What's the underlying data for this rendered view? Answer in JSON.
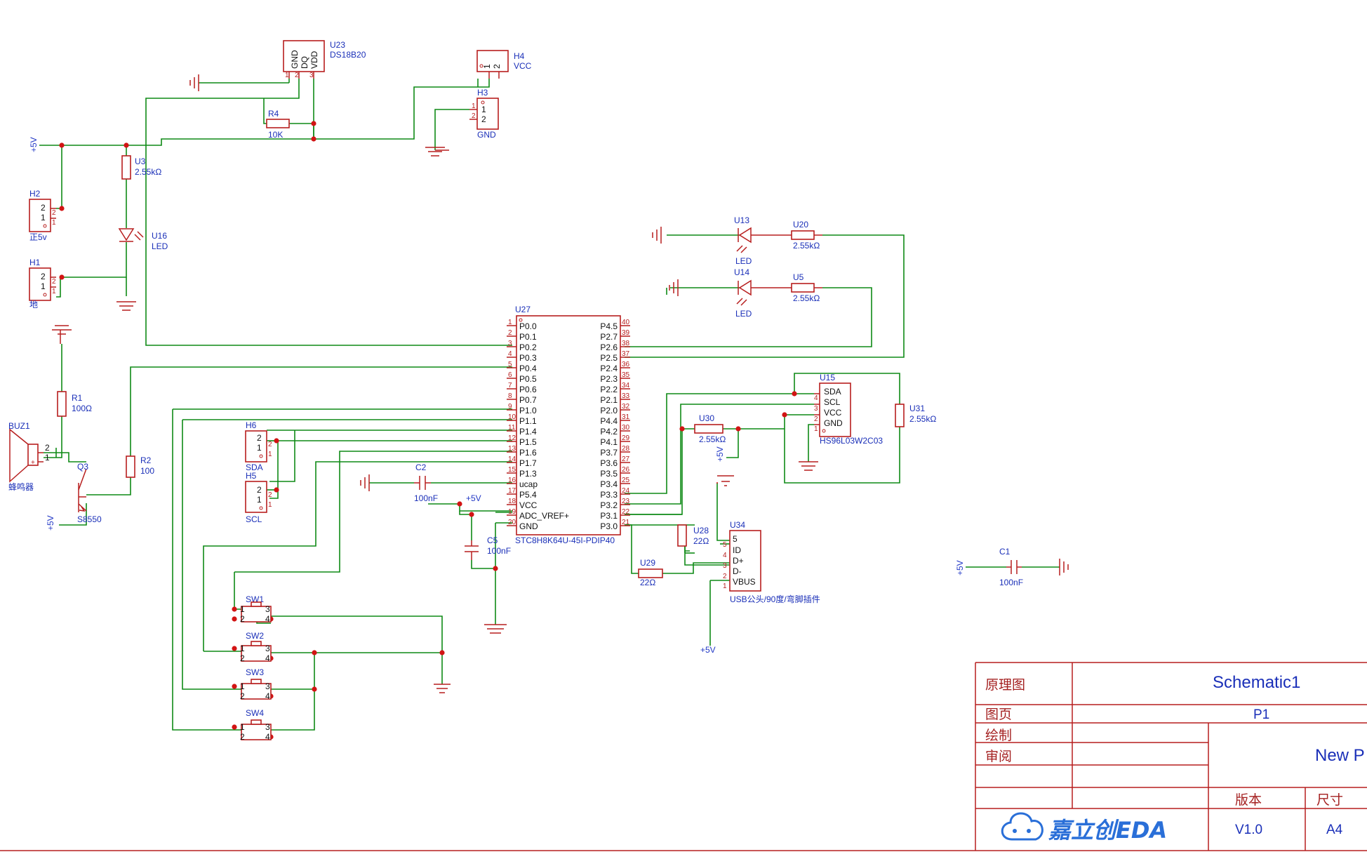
{
  "title_block": {
    "schematic_label": "原理图",
    "schematic_name": "Schematic1",
    "page_label": "图页",
    "page_value": "P1",
    "draw_label": "绘制",
    "review_label": "审阅",
    "project_name": "New P",
    "version_label": "版本",
    "size_label": "尺寸",
    "version_value": "V1.0",
    "size_value": "A4",
    "logo_text": "嘉立创EDA"
  },
  "components": {
    "U23": {
      "ref": "U23",
      "value": "DS18B20",
      "pins": [
        "GND",
        "DQ",
        "VDD"
      ]
    },
    "H4": {
      "ref": "H4",
      "value": "VCC"
    },
    "H3": {
      "ref": "H3",
      "value": "GND"
    },
    "R4": {
      "ref": "R4",
      "value": "10K"
    },
    "U3": {
      "ref": "U3",
      "value": "2.55kΩ"
    },
    "H2": {
      "ref": "H2",
      "value": "正5v"
    },
    "H1": {
      "ref": "H1",
      "value": "地"
    },
    "U16": {
      "ref": "U16",
      "value": "LED"
    },
    "U13": {
      "ref": "U13",
      "value": "LED"
    },
    "U14": {
      "ref": "U14",
      "value": "LED"
    },
    "U20": {
      "ref": "U20",
      "value": "2.55kΩ"
    },
    "U5": {
      "ref": "U5",
      "value": "2.55kΩ"
    },
    "R1": {
      "ref": "R1",
      "value": "100Ω"
    },
    "R2": {
      "ref": "R2",
      "value": "100"
    },
    "BUZ1": {
      "ref": "BUZ1",
      "value": "蜂鸣器"
    },
    "Q3": {
      "ref": "Q3",
      "value": "S8550"
    },
    "H6": {
      "ref": "H6",
      "value": "SDA"
    },
    "H5": {
      "ref": "H5",
      "value": "SCL"
    },
    "C2": {
      "ref": "C2",
      "value": "100nF"
    },
    "C5": {
      "ref": "C5",
      "value": "100nF"
    },
    "C1": {
      "ref": "C1",
      "value": "100nF"
    },
    "U15": {
      "ref": "U15",
      "value": "HS96L03W2C03",
      "pins": [
        "SDA",
        "SCL",
        "VCC",
        "GND"
      ]
    },
    "U31": {
      "ref": "U31",
      "value": "2.55kΩ"
    },
    "U30": {
      "ref": "U30",
      "value": "2.55kΩ"
    },
    "U28": {
      "ref": "U28",
      "value": "22Ω"
    },
    "U29": {
      "ref": "U29",
      "value": "22Ω"
    },
    "U34": {
      "ref": "U34",
      "value": "USB公头/90度/弯脚插件",
      "pins": [
        "ID",
        "D+",
        "D-",
        "VBUS"
      ]
    },
    "SW1": {
      "ref": "SW1"
    },
    "SW2": {
      "ref": "SW2"
    },
    "SW3": {
      "ref": "SW3"
    },
    "SW4": {
      "ref": "SW4"
    }
  },
  "mcu": {
    "ref": "U27",
    "value": "STC8H8K64U-45I-PDIP40",
    "left_pins": [
      "P0.0",
      "P0.1",
      "P0.2",
      "P0.3",
      "P0.4",
      "P0.5",
      "P0.6",
      "P0.7",
      "P1.0",
      "P1.1",
      "P1.4",
      "P1.5",
      "P1.6",
      "P1.7",
      "P1.3",
      "ucap",
      "P5.4",
      "VCC",
      "ADC_VREF+",
      "GND"
    ],
    "right_pins": [
      "P4.5",
      "P2.7",
      "P2.6",
      "P2.5",
      "P2.4",
      "P2.3",
      "P2.2",
      "P2.1",
      "P2.0",
      "P4.4",
      "P4.2",
      "P4.1",
      "P3.7",
      "P3.6",
      "P3.5",
      "P3.4",
      "P3.3",
      "P3.2",
      "P3.1",
      "P3.0"
    ]
  },
  "power": {
    "plus5v": "+5V"
  },
  "colors": {
    "wire": "#0f8a16",
    "symbol": "#b71e1e",
    "label": "#1a2fb8",
    "junction": "#d21414"
  }
}
